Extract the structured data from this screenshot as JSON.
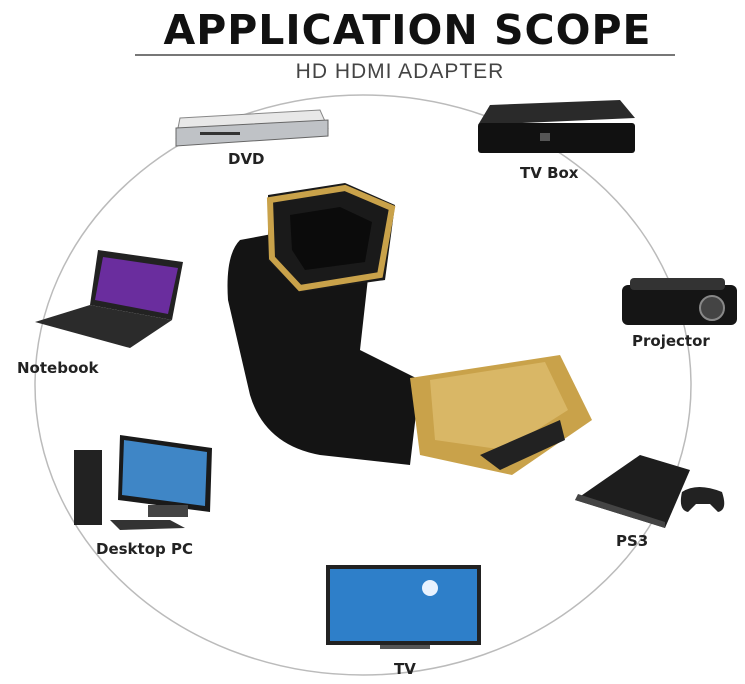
{
  "title": "APPLICATION SCOPE",
  "subtitle": "HD HDMI ADAPTER",
  "devices": {
    "dvd": "DVD",
    "tv_box": "TV Box",
    "projector": "Projector",
    "notebook": "Notebook",
    "ps3": "PS3",
    "desktop_pc": "Desktop PC",
    "tv": "TV"
  },
  "colors": {
    "gold": "#c9a24a",
    "body": "#141414",
    "ring": "#bbbbbb"
  }
}
